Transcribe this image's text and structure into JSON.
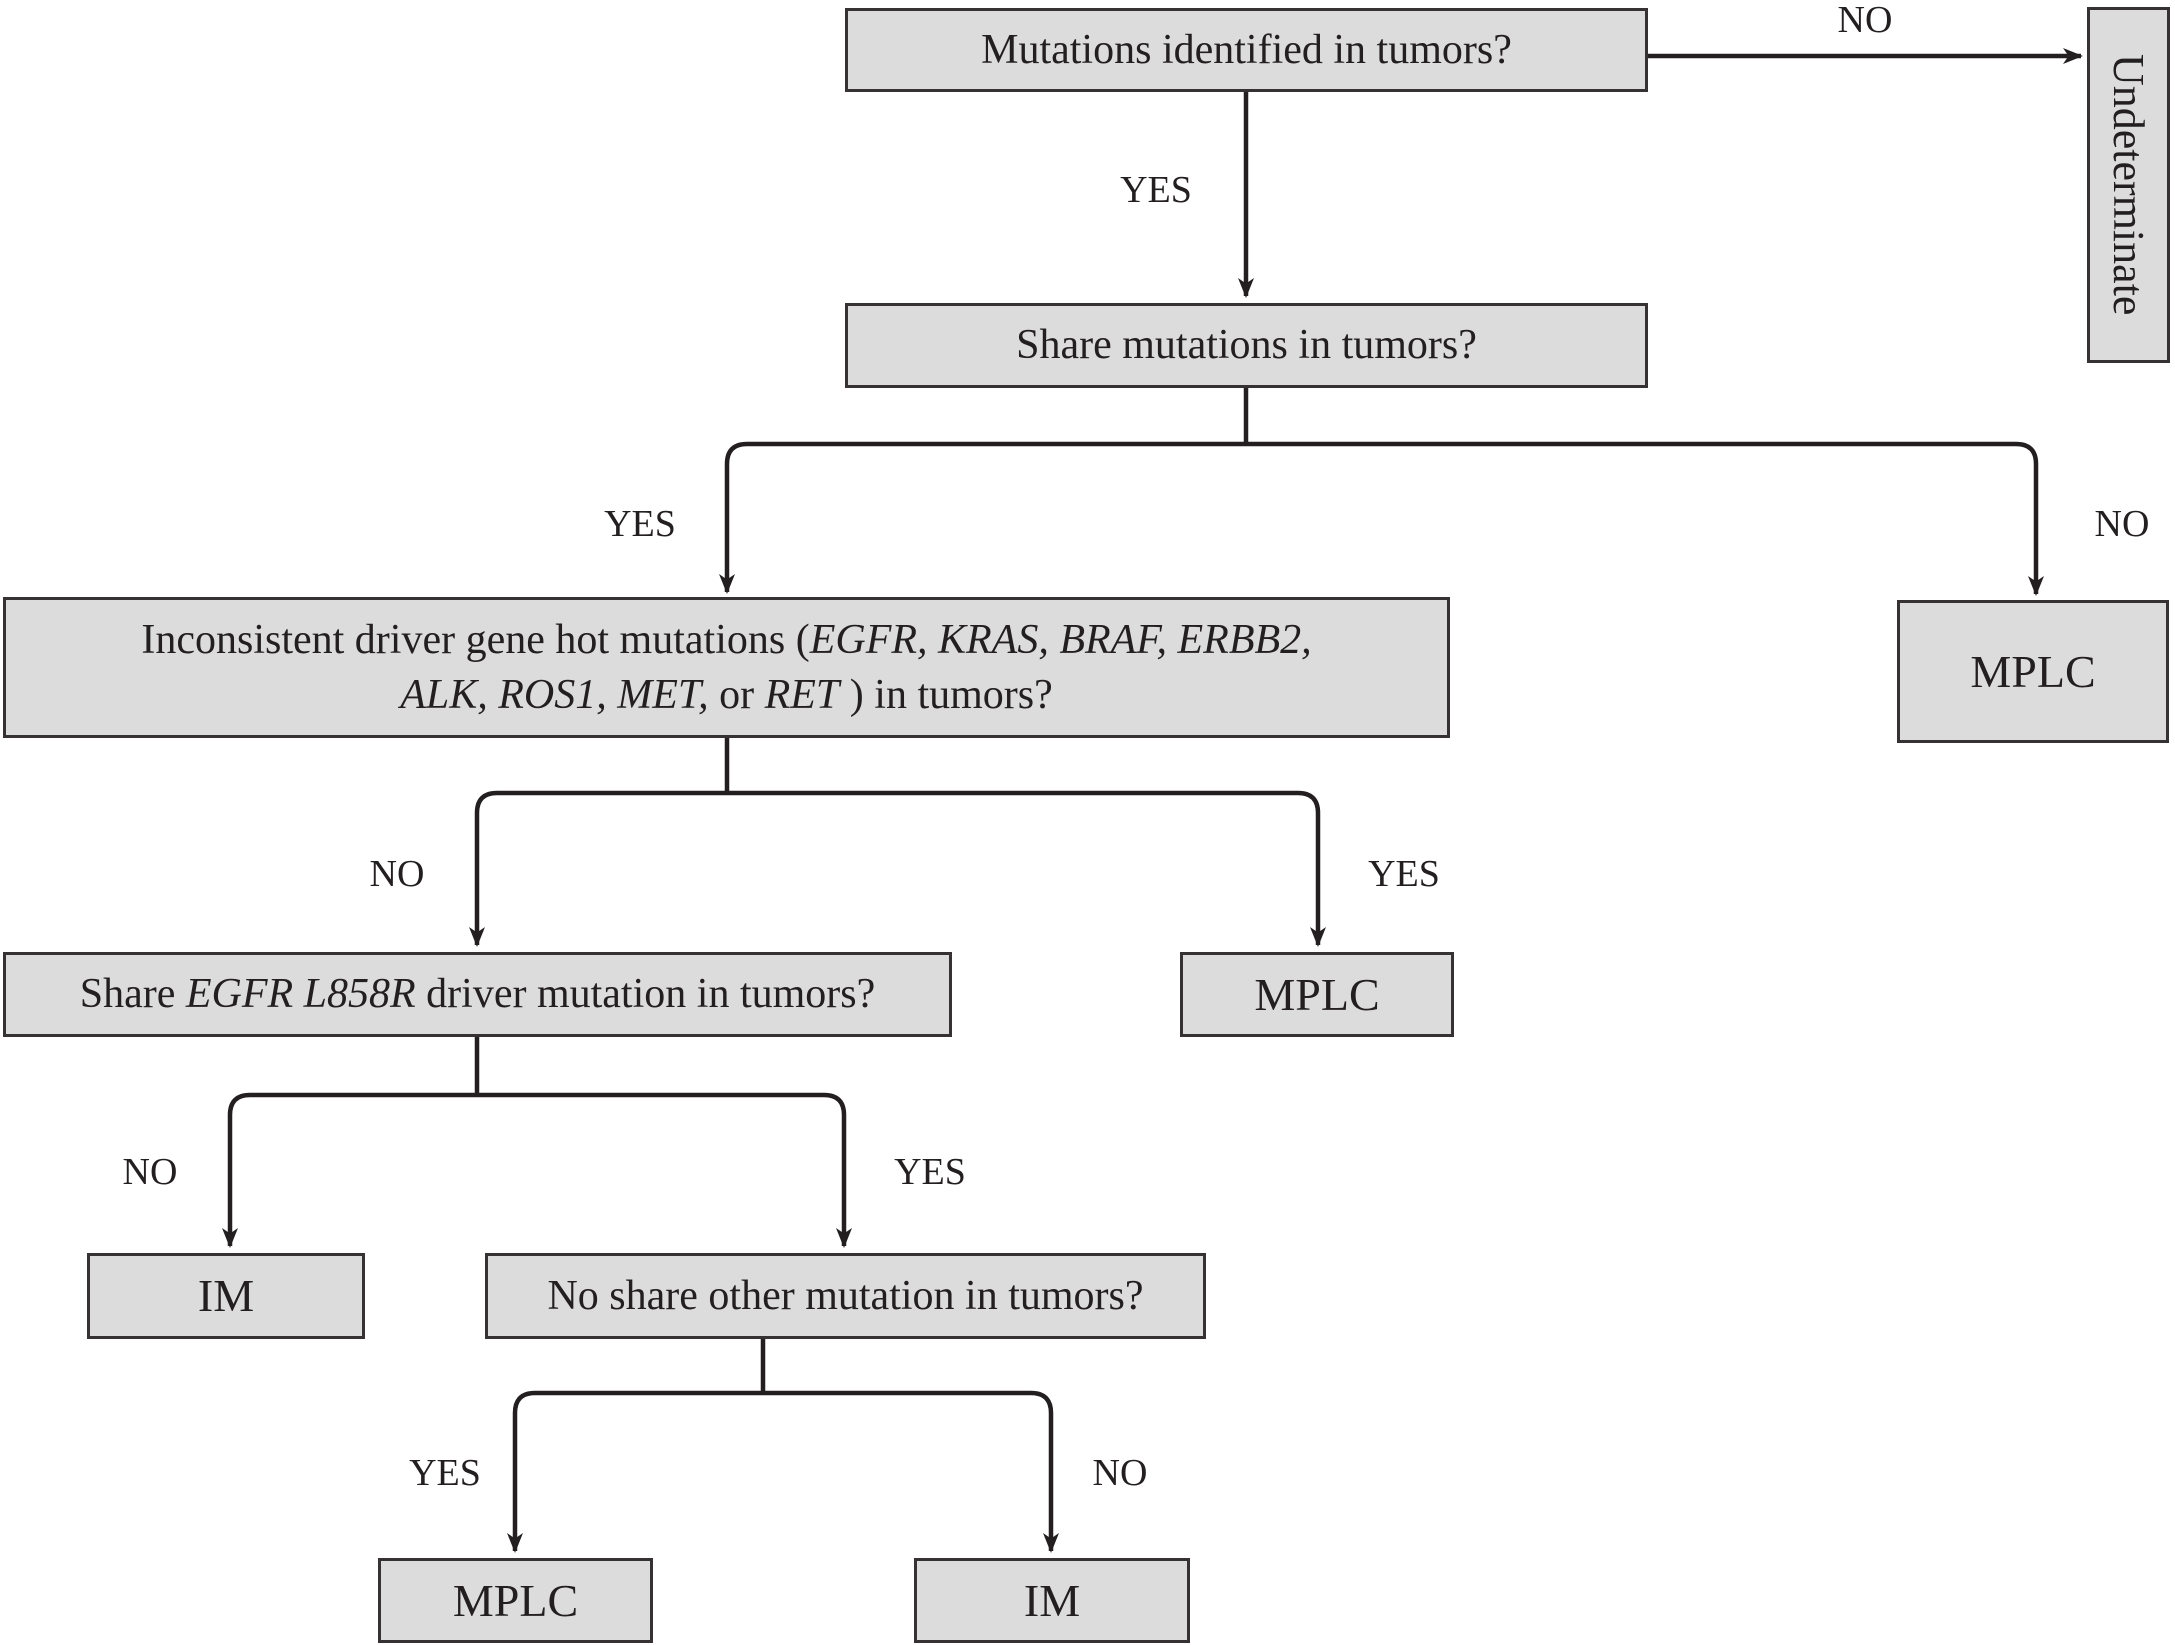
{
  "nodes": {
    "q1": {
      "text": "Mutations identified in tumors?"
    },
    "undeterminate": {
      "text": "Undeterminate"
    },
    "q2": {
      "text": "Share mutations in tumors?"
    },
    "q3": {
      "line1_plain": "Inconsistent driver gene hot mutations (",
      "line1_italic": "EGFR, KRAS, BRAF, ERBB2,",
      "line2_italic1": "ALK, ROS1, MET,",
      "line2_plain1": " or ",
      "line2_italic2": "RET",
      "line2_plain2": " ) in tumors?"
    },
    "mplc_right": {
      "text": "MPLC"
    },
    "q4": {
      "plain1": "Share ",
      "italic": "EGFR L858R",
      "plain2": " driver mutation in tumors?"
    },
    "mplc_middle": {
      "text": "MPLC"
    },
    "im_left": {
      "text": "IM"
    },
    "q5": {
      "text": "No share other mutation in tumors?"
    },
    "mplc_bottom": {
      "text": "MPLC"
    },
    "im_bottom": {
      "text": "IM"
    }
  },
  "labels": {
    "top_no": "NO",
    "top_yes": "YES",
    "b1_yes": "YES",
    "b1_no": "NO",
    "b2_no": "NO",
    "b2_yes": "YES",
    "b3_no": "NO",
    "b3_yes": "YES",
    "b4_yes": "YES",
    "b4_no": "NO"
  },
  "colors": {
    "box_fill": "#dcdcdc",
    "box_border": "#363132",
    "line": "#231f20",
    "text": "#231f20",
    "background": "#ffffff"
  }
}
